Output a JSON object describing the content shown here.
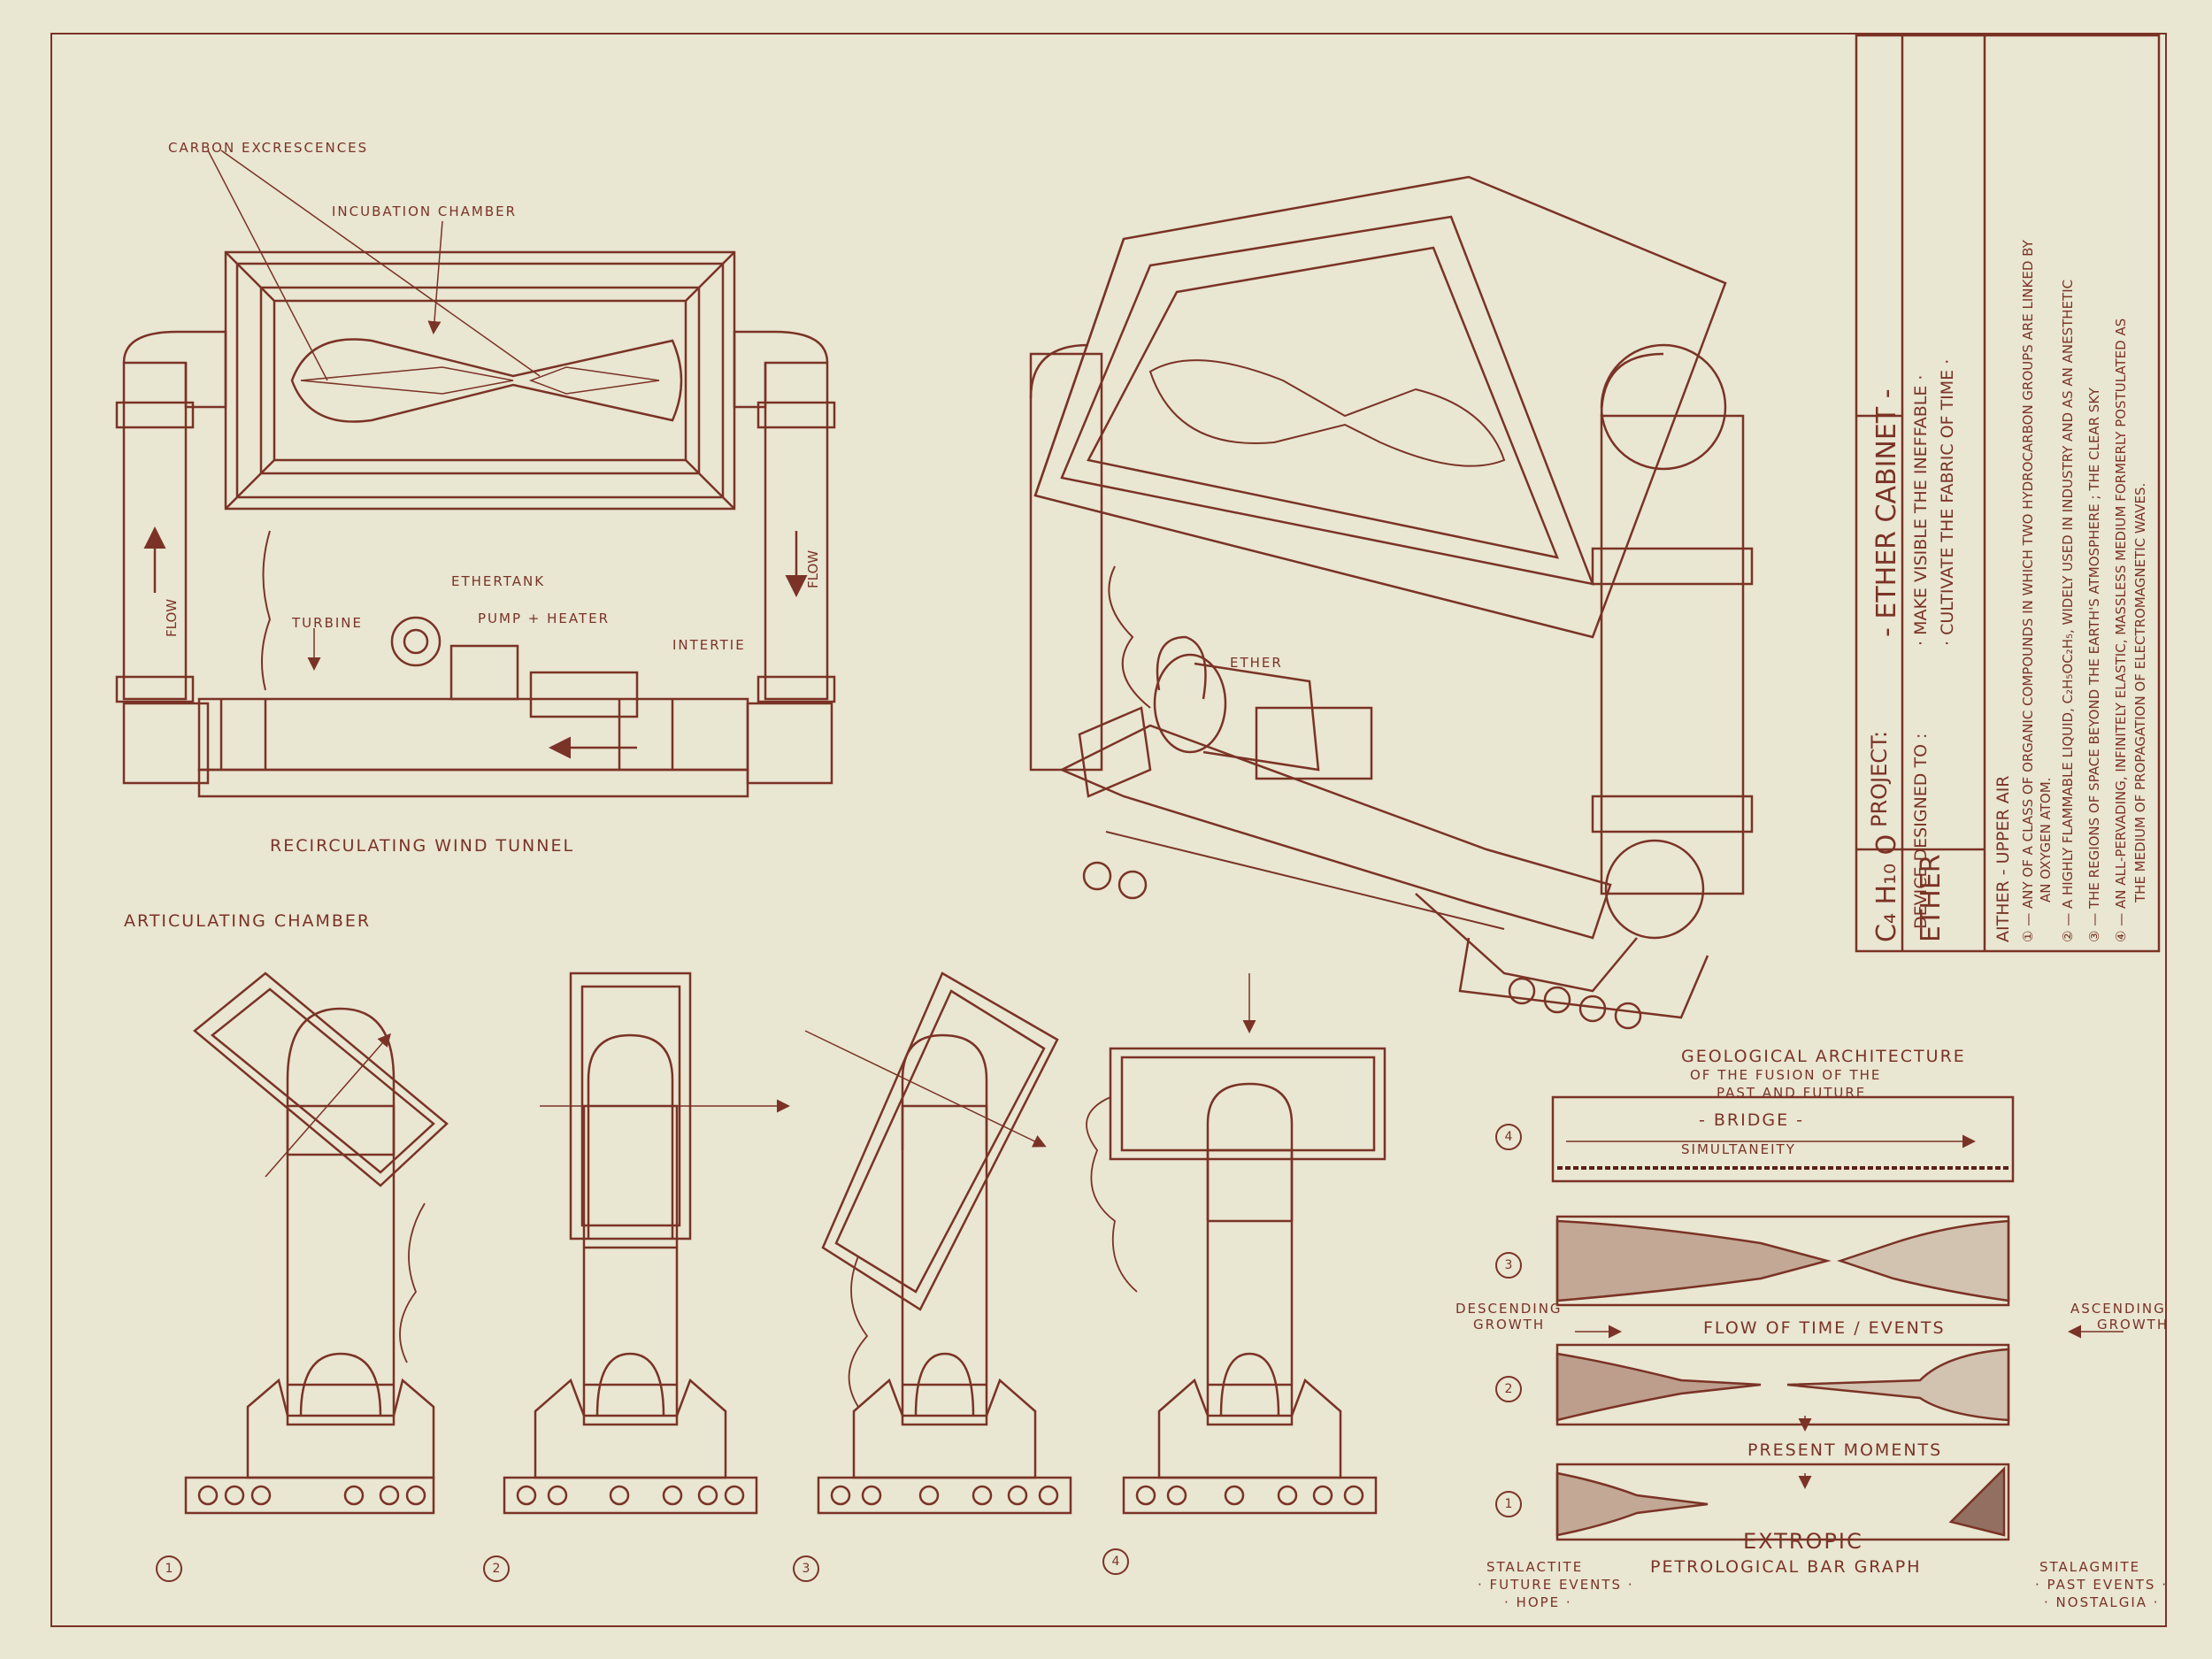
{
  "colors": {
    "paper": "#e9e6d2",
    "ink": "#7a3326",
    "ink_dark": "#5a2018"
  },
  "title_block": {
    "project_label": "PROJECT:",
    "project_name": "- ETHER CABINET -",
    "device_label": "DEVICE DESIGNED TO :",
    "device_line1": "· MAKE VISIBLE THE INEFFABLE ·",
    "device_line2": "· CULTIVATE THE FABRIC OF TIME ·",
    "formula": "C₄ H₁₀ O",
    "ether": "ETHER",
    "def_heading": "AITHER - UPPER AIR",
    "def_1a": "① — ANY OF A CLASS OF ORGANIC COMPOUNDS IN WHICH TWO HYDROCARBON GROUPS ARE LINKED BY",
    "def_1b": "AN OXYGEN ATOM.",
    "def_2": "② — A HIGHLY FLAMMABLE LIQUID, C₂H₅OC₂H₅, WIDELY USED IN INDUSTRY AND AS AN ANESTHETIC",
    "def_3": "③ — THE REGIONS OF SPACE BEYOND THE EARTH'S ATMOSPHERE ; THE CLEAR SKY",
    "def_4a": "④ — AN ALL-PERVADING, INFINITELY ELASTIC, MASSLESS MEDIUM FORMERLY POSTULATED AS",
    "def_4b": "THE MEDIUM OF PROPAGATION OF ELECTROMAGNETIC WAVES."
  },
  "tunnel": {
    "carbon": "CARBON EXCRESCENCES",
    "incubation": "INCUBATION CHAMBER",
    "ethertank": "ETHERTANK",
    "turbine": "TURBINE",
    "pump": "PUMP + HEATER",
    "intertie": "INTERTIE",
    "flow_left": "FLOW",
    "flow_right": "FLOW",
    "caption": "RECIRCULATING WIND TUNNEL"
  },
  "iso": {
    "ether_label": "ETHER"
  },
  "articulating": {
    "caption": "ARTICULATING CHAMBER",
    "views": [
      {
        "num": "1"
      },
      {
        "num": "2"
      },
      {
        "num": "3"
      },
      {
        "num": "4"
      }
    ]
  },
  "geo": {
    "title_1": "GEOLOGICAL ARCHITECTURE",
    "title_2": "OF THE FUSION OF THE",
    "title_3": "PAST AND FUTURE",
    "bridge": "- BRIDGE -",
    "simultaneity": "SIMULTANEITY",
    "descending_1": "DESCENDING",
    "descending_2": "GROWTH",
    "ascending_1": "ASCENDING",
    "ascending_2": "GROWTH",
    "flow_time": "FLOW OF TIME / EVENTS",
    "present": "PRESENT MOMENTS",
    "extropic": "EXTROPIC",
    "bar_graph": "PETROLOGICAL BAR GRAPH",
    "stalactite_1": "STALACTITE",
    "stalactite_2": "· FUTURE EVENTS ·",
    "stalactite_3": "· HOPE ·",
    "stalagmite_1": "STALAGMITE",
    "stalagmite_2": "· PAST EVENTS ·",
    "stalagmite_3": "· NOSTALGIA ·",
    "rows": [
      {
        "num": "4"
      },
      {
        "num": "3"
      },
      {
        "num": "2"
      },
      {
        "num": "1"
      }
    ]
  }
}
